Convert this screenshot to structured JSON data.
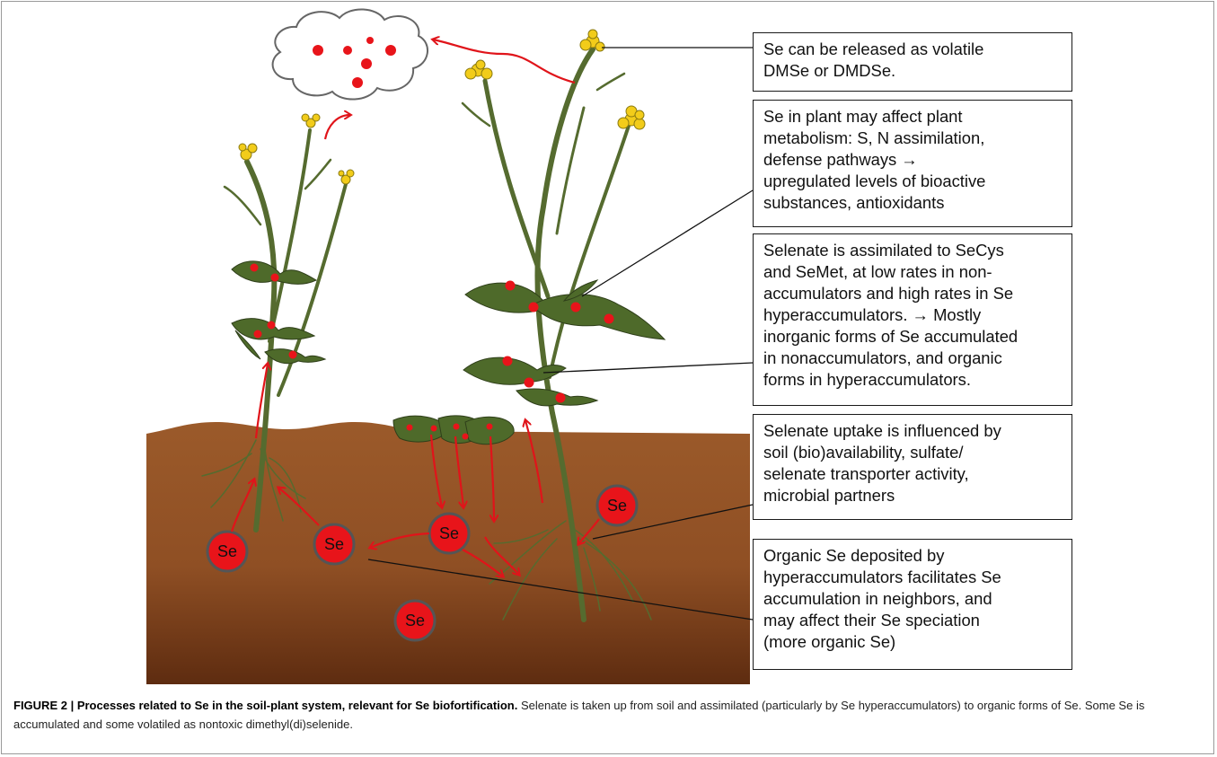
{
  "se_marker_label": "Se",
  "callouts": [
    {
      "id": "volatile",
      "text": "Se can be released as volatile\nDMSe or DMDSe."
    },
    {
      "id": "metabolism",
      "text": "Se in plant may affect plant\nmetabolism: S, N assimilation,\ndefense pathways →\nupregulated levels of bioactive\nsubstances, antioxidants"
    },
    {
      "id": "assimilation",
      "text": "Selenate is assimilated to SeCys\nand SeMet, at low rates in non-\naccumulators and high rates in Se\nhyperaccumulators. → Mostly\ninorganic forms of Se accumulated\nin nonaccumulators, and organic\nforms in hyperaccumulators."
    },
    {
      "id": "uptake",
      "text": "Selenate uptake is influenced by\nsoil (bio)availability, sulfate/\nselenate transporter activity,\nmicrobial partners"
    },
    {
      "id": "organic",
      "text": "Organic Se deposited by\nhyperaccumulators facilitates Se\naccumulation in neighbors, and\nmay affect their Se speciation\n(more organic Se)"
    }
  ],
  "caption": {
    "figure_label": "FIGURE 2 | Processes related to Se in the soil-plant system, relevant for Se biofortification.",
    "body": " Selenate is taken up from soil and assimilated (particularly by Se hyperaccumulators) to organic forms of Se. Some Se is accumulated and some volatiled as nontoxic dimethyl(di)selenide."
  },
  "colors": {
    "soil_top": "#9b5a2a",
    "soil_bottom": "#5e2c10",
    "stem": "#556b2f",
    "leaf": "#4e6a2a",
    "flower": "#f2cc1a",
    "se_dot": "#e8141a",
    "arrow": "#e0141a"
  }
}
